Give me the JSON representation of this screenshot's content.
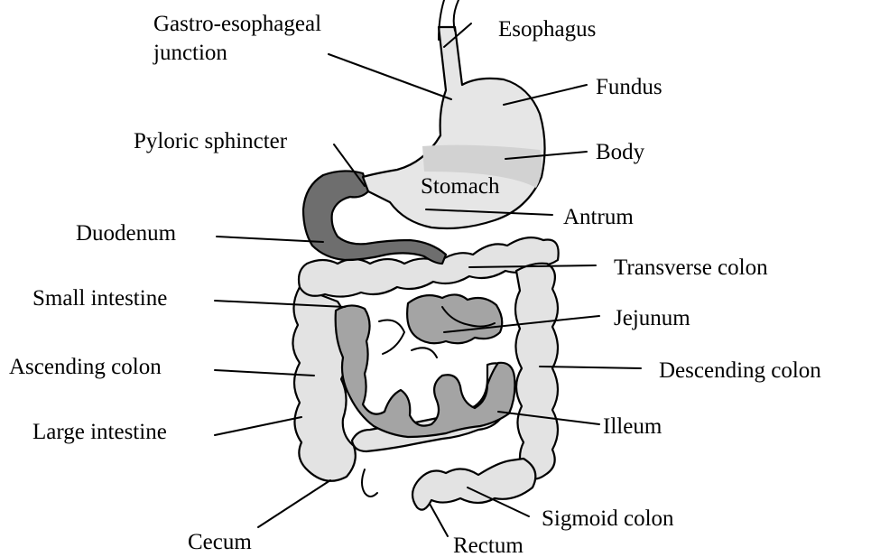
{
  "colors": {
    "stomach": "#e6e6e6",
    "colon": "#e3e3e3",
    "small_intestine": "#a4a4a4",
    "duodenum": "#6e6e6e",
    "outline": "#000000",
    "background": "#ffffff"
  },
  "labels": {
    "gastro_esophageal_line1": "Gastro-esophageal",
    "gastro_esophageal_line2": "junction",
    "esophagus": "Esophagus",
    "fundus": "Fundus",
    "pyloric_sphincter": "Pyloric sphincter",
    "body": "Body",
    "stomach": "Stomach",
    "antrum": "Antrum",
    "duodenum": "Duodenum",
    "transverse_colon": "Transverse colon",
    "small_intestine": "Small intestine",
    "jejunum": "Jejunum",
    "ascending_colon": "Ascending colon",
    "descending_colon": "Descending colon",
    "large_intestine": "Large intestine",
    "illeum": "Illeum",
    "sigmoid_colon": "Sigmoid colon",
    "cecum": "Cecum",
    "rectum": "Rectum"
  }
}
